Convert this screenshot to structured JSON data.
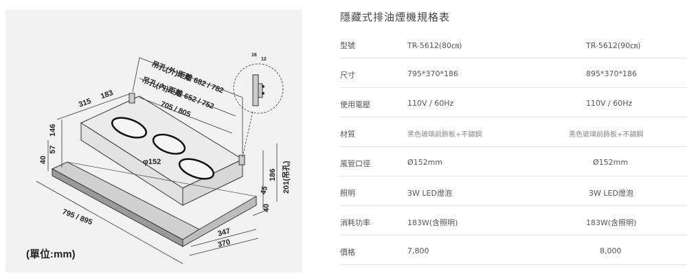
{
  "diagram": {
    "unit": "(單位:mm)",
    "dims": {
      "hang_outer": "吊孔(外)距離 682 / 782",
      "hang_inner": "吊孔(內)距離 652 / 752",
      "top_width": "705 / 805",
      "d315": "315",
      "d183": "183",
      "d146": "146",
      "d57": "57",
      "d40_left": "40",
      "duct": "φ152",
      "total_width": "795 / 895",
      "d347": "347",
      "d370": "370",
      "d45": "45",
      "d40_right": "40",
      "d186": "186",
      "d201": "201(吊孔)",
      "bracket_a": "16",
      "bracket_b": "12"
    }
  },
  "spec": {
    "title": "隱藏式排油煙機規格表",
    "rows": [
      {
        "label": "型號",
        "a": "TR-5612(80㎝)",
        "b": "TR-5612(90㎝)"
      },
      {
        "label": "尺寸",
        "a": "795*370*186",
        "b": "895*370*186"
      },
      {
        "label": "使用電壓",
        "a": "110V / 60Hz",
        "b": "110V / 60Hz"
      },
      {
        "label": "材質",
        "a": "黑色玻璃前飾板+不鏽鋼",
        "b": "黑色玻璃前飾板+不鏽鋼"
      },
      {
        "label": "風管口徑",
        "a": "Ø152mm",
        "b": "Ø152mm"
      },
      {
        "label": "照明",
        "a": "3W LED燈泡",
        "b": "3W LED燈泡"
      },
      {
        "label": "消耗功率",
        "a": "183W(含照明)",
        "b": "183W(含照明)"
      },
      {
        "label": "價格",
        "a": "7,800",
        "b": "8,000"
      }
    ]
  }
}
